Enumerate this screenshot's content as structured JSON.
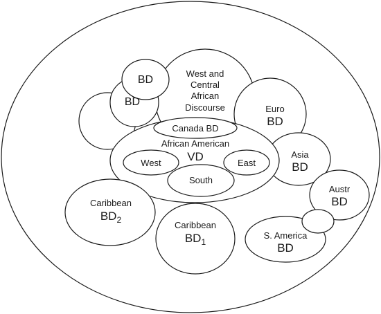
{
  "labels": {
    "bd_top": "BD",
    "bd_mid": "BD",
    "west_central": [
      "West and",
      "Central",
      "African",
      "Discourse"
    ],
    "euro": [
      "Euro",
      "BD"
    ],
    "canada": "Canada BD",
    "african_american": "African American",
    "vd": "VD",
    "west": "West",
    "east": "East",
    "south": "South",
    "asia": [
      "Asia",
      "BD"
    ],
    "austr": [
      "Austr",
      "BD"
    ],
    "caribbean2": {
      "name": "Caribbean",
      "code": "BD",
      "sub": "2"
    },
    "caribbean1": {
      "name": "Caribbean",
      "code": "BD",
      "sub": "1"
    },
    "samerica": [
      "S. America",
      "BD"
    ]
  }
}
